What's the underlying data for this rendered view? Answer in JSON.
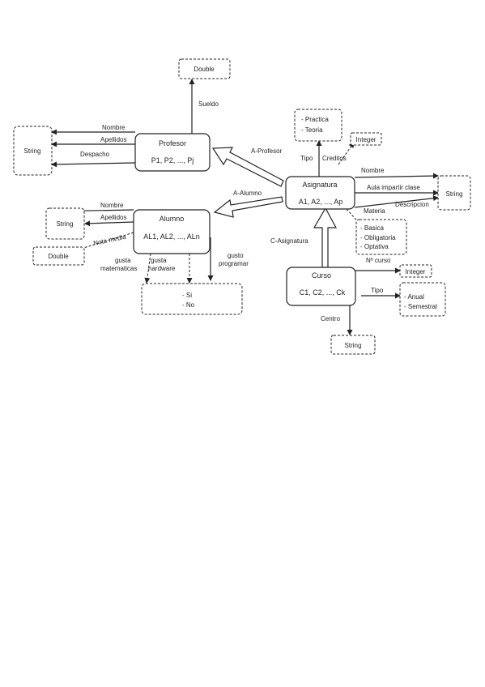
{
  "entities": {
    "profesor": {
      "title": "Profesor",
      "items": "P1, P2, ..., Pj"
    },
    "asignatura": {
      "title": "Asignatura",
      "items": "A1, A2, ..., Ap"
    },
    "alumno": {
      "title": "Alumno",
      "items": "AL1, AL2, ..., ALn"
    },
    "curso": {
      "title": "Curso",
      "items": "C1, C2, ..., Ck"
    }
  },
  "types": {
    "double_top": "Double",
    "string_profesor": "String",
    "string_alumno": "String",
    "double_alumno": "Double",
    "string_asignatura": "String",
    "integer_asignatura": "Integer",
    "integer_curso": "Integer",
    "string_curso": "String"
  },
  "value_sets": {
    "tipo_asignatura": [
      "- Practica",
      "- Teoria"
    ],
    "materia": [
      "- Basica",
      "- Obligatoria",
      "- Optativa"
    ],
    "si_no": [
      "- Si",
      "- No"
    ],
    "tipo_curso": [
      "- Anual",
      "- Semestral"
    ]
  },
  "labels": {
    "sueldo": "Sueldo",
    "prof_nombre": "Nombre",
    "prof_apellidos": "Apellidos",
    "prof_despacho": "Despacho",
    "a_profesor": "A-Profesor",
    "tipo": "Tipo",
    "creditos": "Creditos",
    "asig_nombre": "Nombre",
    "aula": "Aula impartir clase",
    "descripcion": "Descripcion",
    "a_alumno": "A-Alumno",
    "materia": "Materia",
    "c_asignatura": "C-Asignatura",
    "alum_nombre": "Nombre",
    "alum_apellidos": "Apellidos",
    "nota_media": "Nota media",
    "gusta_mat_1": "gusta",
    "gusta_mat_2": "matematicas",
    "gusta_hw_1": "gusta",
    "gusta_hw_2": "hardware",
    "gusto_prog_1": "gusto",
    "gusto_prog_2": "programar",
    "n_curso": "Nº curso",
    "curso_tipo": "Tipo",
    "centro": "Centro"
  }
}
